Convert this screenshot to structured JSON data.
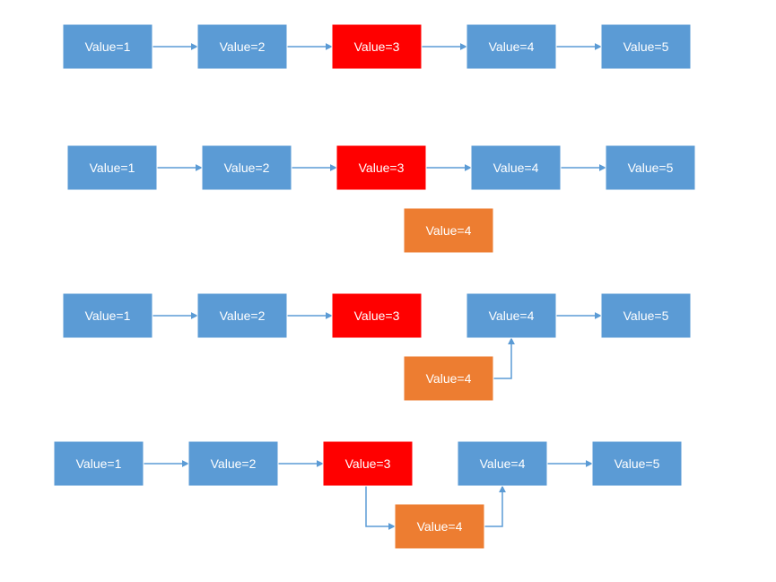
{
  "colors": {
    "default_node": "#5b9bd5",
    "target_node": "#ff0000",
    "new_node": "#ed7d31",
    "connector": "#5b9bd5"
  },
  "rows": [
    {
      "nodes": [
        {
          "label": "Value=1",
          "kind": "default_node"
        },
        {
          "label": "Value=2",
          "kind": "default_node"
        },
        {
          "label": "Value=3",
          "kind": "target_node"
        },
        {
          "label": "Value=4",
          "kind": "default_node"
        },
        {
          "label": "Value=5",
          "kind": "default_node"
        }
      ]
    },
    {
      "nodes": [
        {
          "label": "Value=1",
          "kind": "default_node"
        },
        {
          "label": "Value=2",
          "kind": "default_node"
        },
        {
          "label": "Value=3",
          "kind": "target_node"
        },
        {
          "label": "Value=4",
          "kind": "default_node"
        },
        {
          "label": "Value=5",
          "kind": "default_node"
        },
        {
          "label": "Value=4",
          "kind": "new_node"
        }
      ]
    },
    {
      "nodes": [
        {
          "label": "Value=1",
          "kind": "default_node"
        },
        {
          "label": "Value=2",
          "kind": "default_node"
        },
        {
          "label": "Value=3",
          "kind": "target_node"
        },
        {
          "label": "Value=4",
          "kind": "default_node"
        },
        {
          "label": "Value=5",
          "kind": "default_node"
        },
        {
          "label": "Value=4",
          "kind": "new_node"
        }
      ]
    },
    {
      "nodes": [
        {
          "label": "Value=1",
          "kind": "default_node"
        },
        {
          "label": "Value=2",
          "kind": "default_node"
        },
        {
          "label": "Value=3",
          "kind": "target_node"
        },
        {
          "label": "Value=4",
          "kind": "default_node"
        },
        {
          "label": "Value=5",
          "kind": "default_node"
        },
        {
          "label": "Value=4",
          "kind": "new_node"
        }
      ]
    }
  ]
}
